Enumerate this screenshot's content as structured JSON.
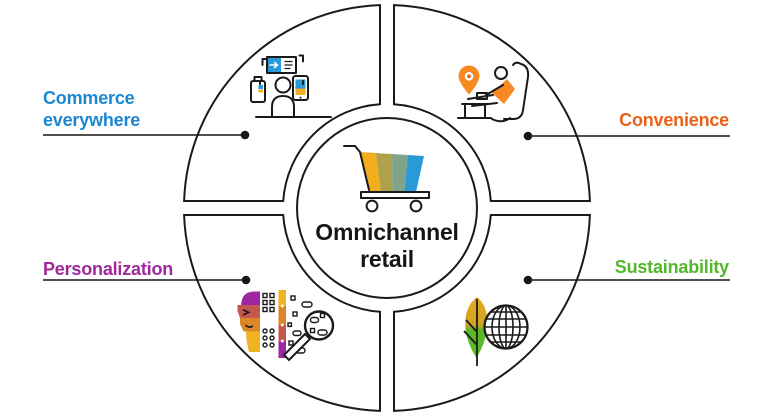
{
  "diagram": {
    "title": "Omnichannel retail",
    "center": {
      "title_line1": "Omnichannel",
      "title_line2": "retail",
      "title_color": "#161616",
      "icon": "shopping-cart-icon",
      "cart_stripe_colors": [
        "#F2AE1F",
        "#AEA14B",
        "#7FA488",
        "#2A99D8"
      ]
    },
    "quadrants": [
      {
        "id": "commerce-everywhere",
        "position": "top-left",
        "label_line1": "Commerce",
        "label_line2": "everywhere",
        "color": "#1B87D2",
        "icon": "shopper-devices-icon"
      },
      {
        "id": "convenience",
        "position": "top-right",
        "label_line1": "Convenience",
        "color": "#E8601A",
        "icon": "relaxing-shopper-location-icon"
      },
      {
        "id": "personalization",
        "position": "bottom-left",
        "label_line1": "Personalization",
        "color": "#A0289B",
        "icon": "profile-data-magnifier-icon"
      },
      {
        "id": "sustainability",
        "position": "bottom-right",
        "label_line1": "Sustainability",
        "color": "#54B62B",
        "icon": "leaf-globe-icon"
      }
    ]
  }
}
